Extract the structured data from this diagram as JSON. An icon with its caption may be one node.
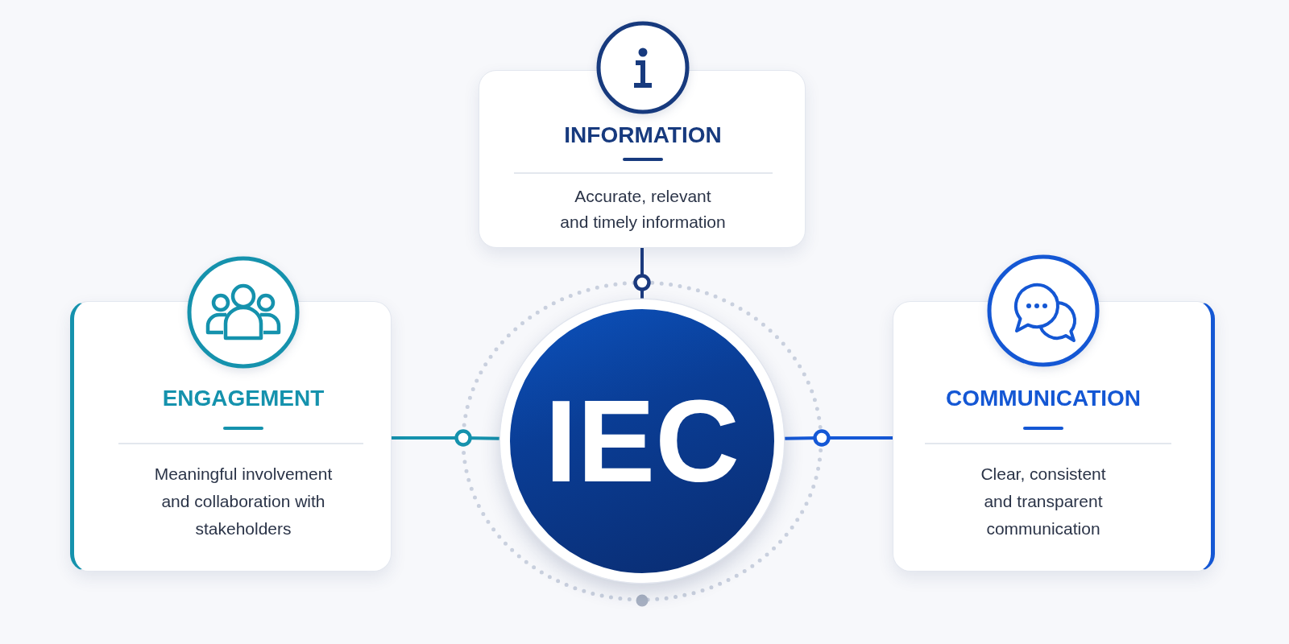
{
  "diagram": {
    "nodes": [
      {
        "text": [
          "INFORMATION",
          "Accurate, relevant and timely information"
        ]
      },
      {
        "text": [
          "ENGAGEMENT",
          "Meaningful involvement and collaboration with stakeholders"
        ]
      },
      {
        "text": [
          "IEC"
        ]
      },
      {
        "text": [
          "COMMUNICATION",
          "Clear, consistent and transparent communication"
        ]
      }
    ],
    "edges": [
      {
        "from": 0,
        "to": 2,
        "arrow": "none",
        "color": "#1b3a7e"
      },
      {
        "from": 1,
        "to": 2,
        "arrow": "none",
        "color": "#1592ad"
      },
      {
        "from": 2,
        "to": 3,
        "arrow": "none",
        "color": "#1558d6"
      }
    ]
  }
}
